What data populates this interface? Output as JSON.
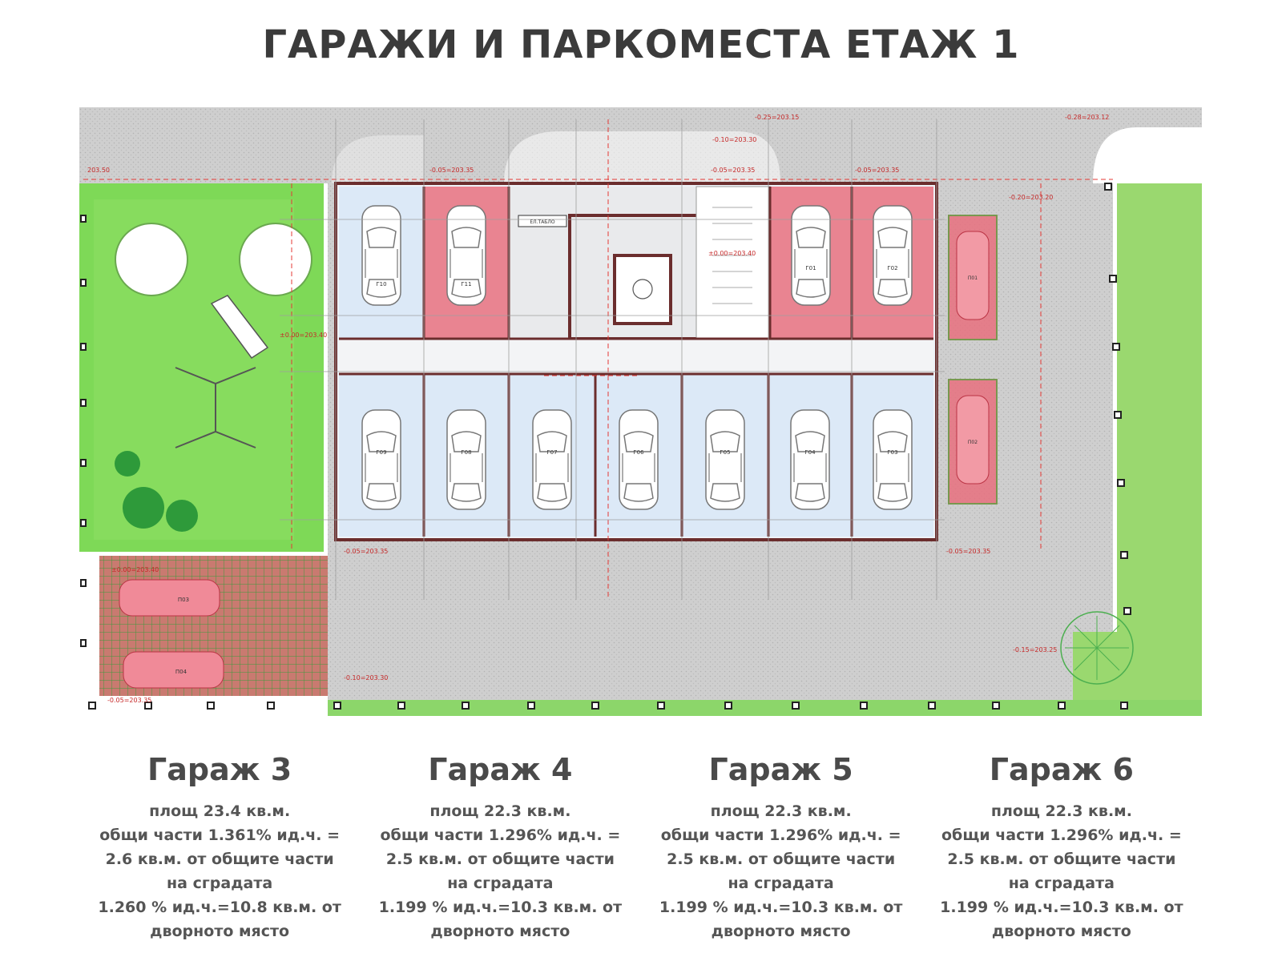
{
  "header": {
    "title": "ГАРАЖИ И ПАРКОМЕСТА ЕТАЖ 1"
  },
  "colors": {
    "lawn": "#7ed957",
    "paving": "#c9c9c9",
    "highlight": "#e8707f",
    "floor_blue": "#dce9f7",
    "wall": "#8a3a3a",
    "title_text": "#3b3b3b"
  },
  "plan": {
    "levels": {
      "l1": "±0.00=203.40",
      "l2": "-0.05=203.35",
      "l3": "-0.05=203.35",
      "l4": "-0.05=203.35",
      "l5": "-0.25=203.15",
      "l6": "-0.10=203.30",
      "l7": "-0.28=203.12",
      "l8": "-0.20=203.20",
      "l9": "203.50",
      "l10": "±0.00=203.40",
      "l11": "-0.05=203.35",
      "l12": "-0.05=203.35",
      "l13": "±0.00=203.40",
      "l14": "-0.10=203.30",
      "l15": "-0.05=203.35",
      "l16": "-0.15=203.25"
    },
    "tags": {
      "g10": "Г10",
      "g11": "Г11",
      "g01": "Г01",
      "g02": "Г02",
      "g09": "Г09",
      "g08": "Г08",
      "g07": "Г07",
      "g06": "Г06",
      "g05": "Г05",
      "g04": "Г04",
      "g03": "Г03",
      "p01": "П01",
      "p02": "П02",
      "p03": "П03",
      "p04": "П04",
      "panel": "ЕЛ.ТАБЛО"
    }
  },
  "garages": [
    {
      "title": "Гараж 3",
      "area": "площ 23.4 кв.м.",
      "common": "общи части 1.361% ид.ч. = 2.6 кв.м. от общите части на сградата",
      "yard": "1.260 % ид.ч.=10.8 кв.м. от дворното място"
    },
    {
      "title": "Гараж 4",
      "area": "площ 22.3 кв.м.",
      "common": "общи части 1.296% ид.ч. = 2.5 кв.м. от общите части на сградата",
      "yard": "1.199 % ид.ч.=10.3 кв.м. от дворното място"
    },
    {
      "title": "Гараж 5",
      "area": "площ 22.3 кв.м.",
      "common": "общи части 1.296% ид.ч. = 2.5 кв.м. от общите части на сградата",
      "yard": "1.199 % ид.ч.=10.3 кв.м. от дворното място"
    },
    {
      "title": "Гараж 6",
      "area": "площ 22.3 кв.м.",
      "common": "общи части 1.296% ид.ч. = 2.5 кв.м. от общите части на сградата",
      "yard": "1.199 % ид.ч.=10.3 кв.м. от дворното място"
    }
  ]
}
